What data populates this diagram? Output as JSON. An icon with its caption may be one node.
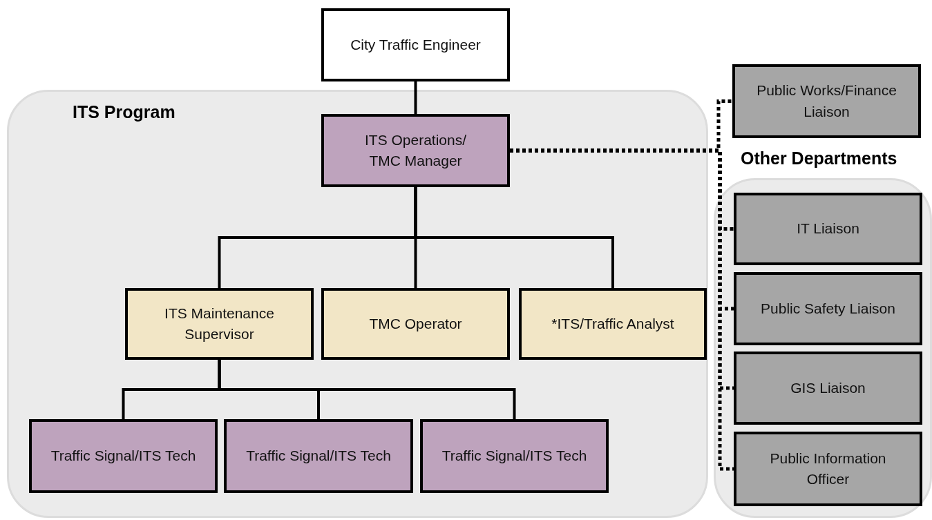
{
  "diagram": {
    "nodes": [
      {
        "text": [
          "City Traffic Engineer"
        ]
      },
      {
        "text": [
          "ITS Program"
        ]
      },
      {
        "text": [
          "ITS Operations/ TMC Manager"
        ],
        "in": 1
      },
      {
        "text": [
          "ITS Maintenance Supervisor"
        ],
        "in": 1
      },
      {
        "text": [
          "TMC Operator"
        ],
        "in": 1
      },
      {
        "text": [
          "*ITS/Traffic Analyst"
        ],
        "in": 1
      },
      {
        "text": [
          "Traffic Signal/ITS Tech"
        ],
        "in": 1
      },
      {
        "text": [
          "Traffic Signal/ITS Tech"
        ],
        "in": 1
      },
      {
        "text": [
          "Traffic Signal/ITS Tech"
        ],
        "in": 1
      },
      {
        "text": [
          "Public Works/Finance Liaison"
        ]
      },
      {
        "text": [
          "Other Departments"
        ]
      },
      {
        "text": [
          "IT Liaison"
        ],
        "in": 10
      },
      {
        "text": [
          "Public Safety Liaison"
        ],
        "in": 10
      },
      {
        "text": [
          "GIS Liaison"
        ],
        "in": 10
      },
      {
        "text": [
          "Public Information Officer"
        ],
        "in": 10
      }
    ],
    "edges": [
      {
        "from": 0,
        "to": 2,
        "arrow": "none"
      },
      {
        "from": 2,
        "to": 3,
        "arrow": "none"
      },
      {
        "from": 2,
        "to": 4,
        "arrow": "none"
      },
      {
        "from": 2,
        "to": 5,
        "arrow": "none"
      },
      {
        "from": 3,
        "to": 6,
        "arrow": "none"
      },
      {
        "from": 3,
        "to": 7,
        "arrow": "none"
      },
      {
        "from": 3,
        "to": 8,
        "arrow": "none"
      },
      {
        "from": 2,
        "to": 9,
        "arrow": "none",
        "style": "dashed"
      },
      {
        "from": 2,
        "to": 11,
        "arrow": "none",
        "style": "dashed"
      },
      {
        "from": 2,
        "to": 12,
        "arrow": "none",
        "style": "dashed"
      },
      {
        "from": 2,
        "to": 13,
        "arrow": "none",
        "style": "dashed"
      },
      {
        "from": 2,
        "to": 14,
        "arrow": "none",
        "style": "dashed"
      }
    ]
  }
}
